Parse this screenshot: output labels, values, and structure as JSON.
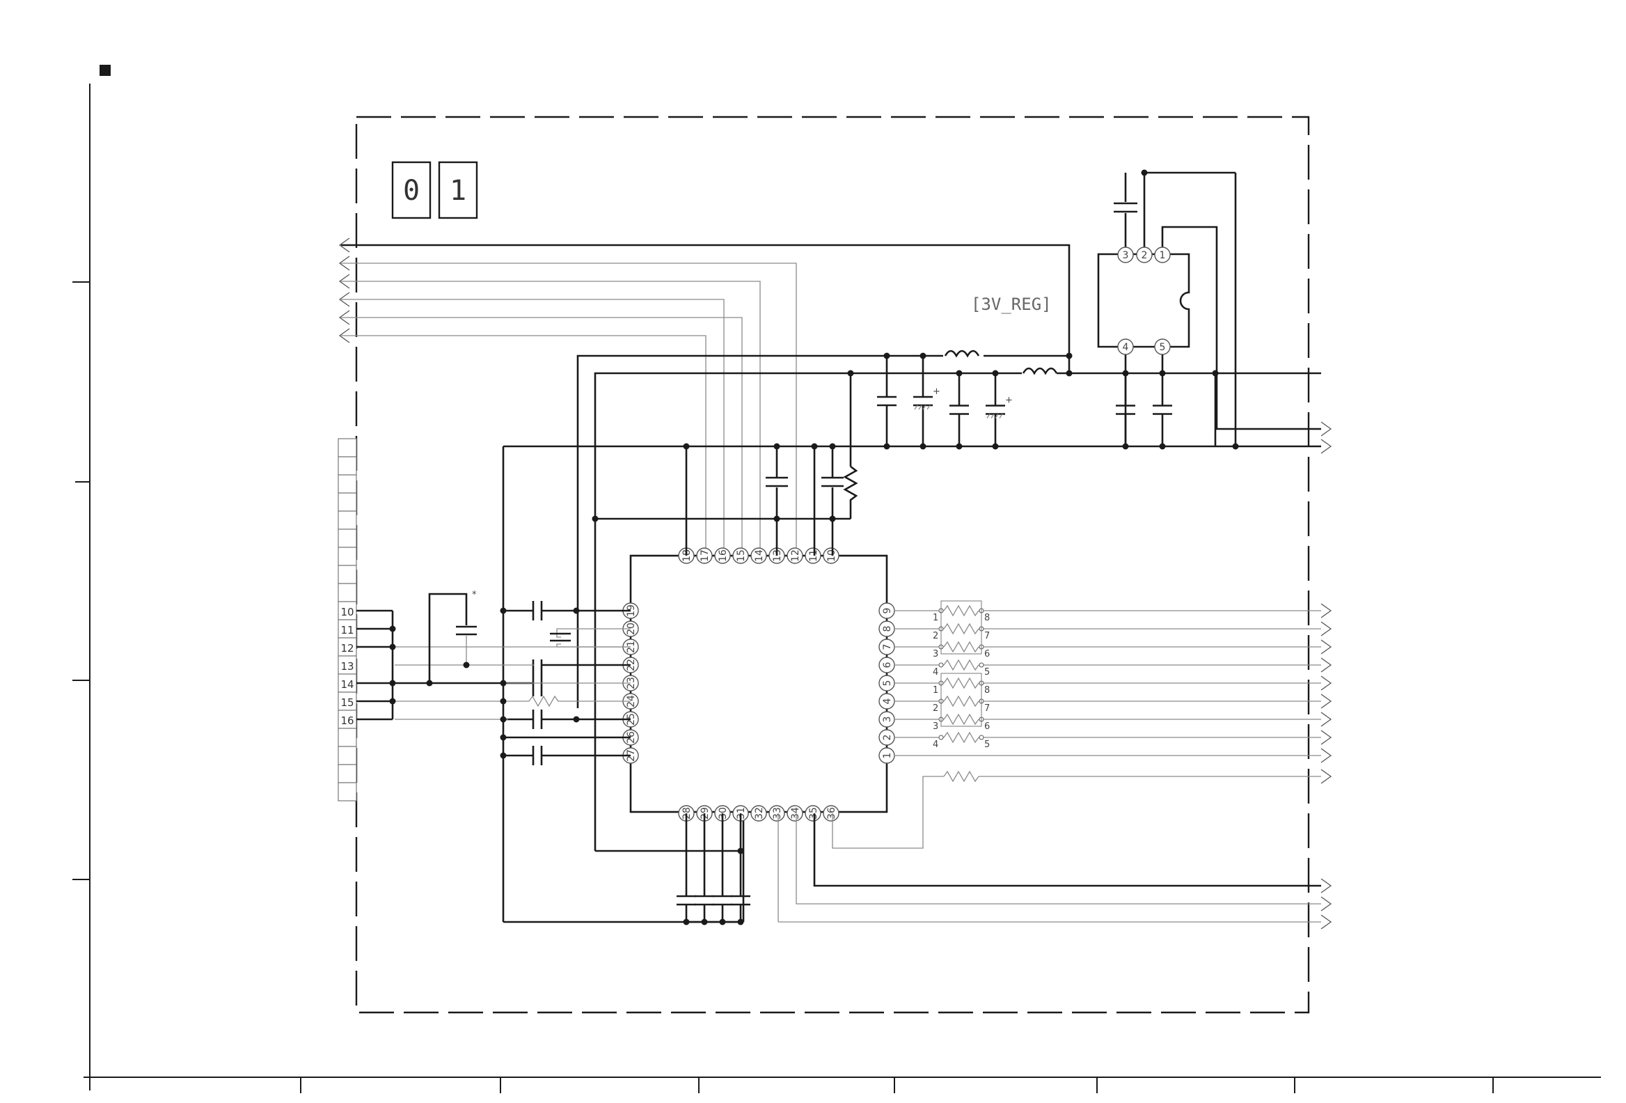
{
  "board_id": [
    "0",
    "1"
  ],
  "regulator_label": "[3V_REG]",
  "asterisk": "*",
  "regulator_pins": [
    "3",
    "2",
    "1",
    "4",
    "5"
  ],
  "ic_pins": {
    "top": [
      "18",
      "17",
      "16",
      "15",
      "14",
      "13",
      "12",
      "11",
      "10"
    ],
    "left": [
      "19",
      "20",
      "21",
      "22",
      "23",
      "24",
      "25",
      "26",
      "27"
    ],
    "right": [
      "9",
      "8",
      "7",
      "6",
      "5",
      "4",
      "3",
      "2",
      "1"
    ],
    "bottom": [
      "28",
      "29",
      "30",
      "31",
      "32",
      "33",
      "34",
      "35",
      "36"
    ]
  },
  "connector_labels": [
    "10",
    "11",
    "12",
    "13",
    "14",
    "15",
    "16"
  ],
  "resnet_pins": {
    "left": [
      "1",
      "2",
      "3",
      "4",
      "1",
      "2",
      "3",
      "4"
    ],
    "right": [
      "8",
      "7",
      "6",
      "5",
      "8",
      "7",
      "6",
      "5"
    ]
  }
}
